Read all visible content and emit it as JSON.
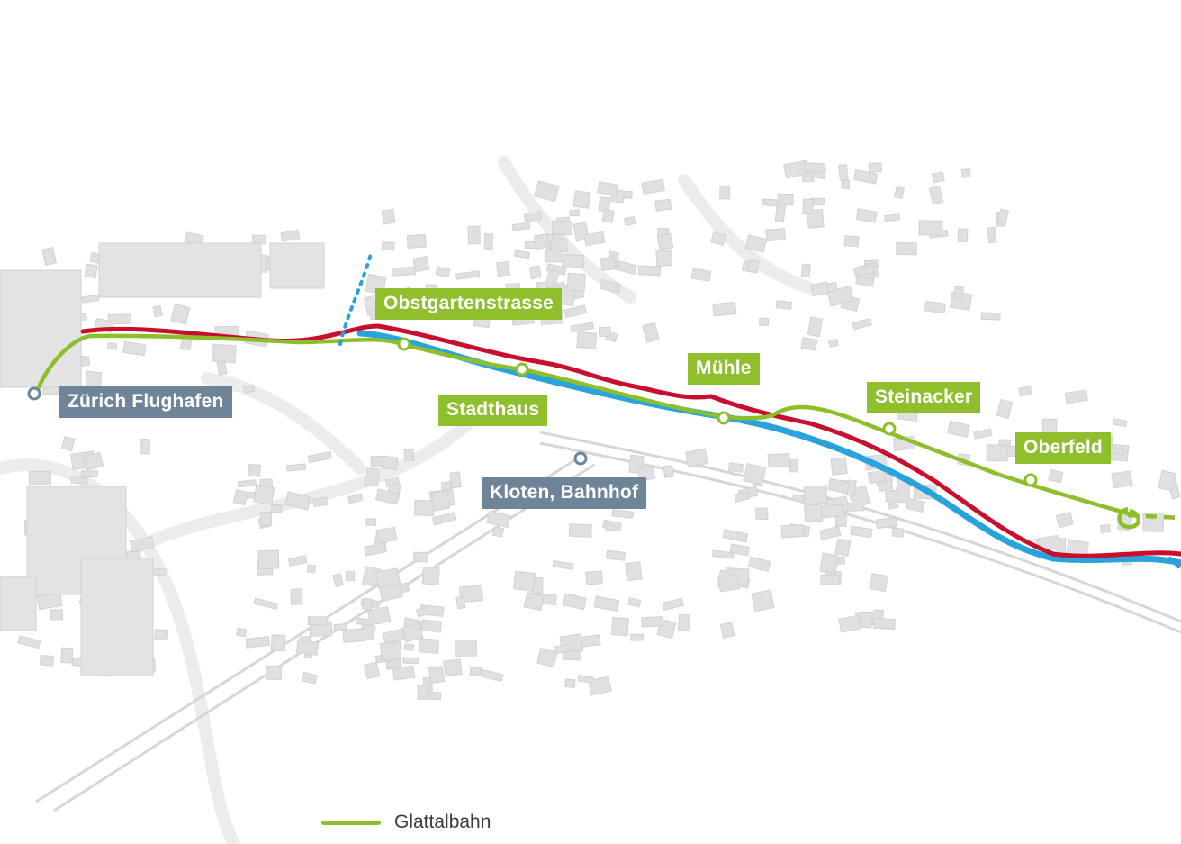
{
  "colors": {
    "glattalbahn": "#8dbe2b",
    "red_route": "#c8102e",
    "blue_route": "#29a3dc",
    "station_label": "#6f8499",
    "building": "#e0e0e0",
    "street": "#f4f4f4"
  },
  "stations": {
    "zurich_flughafen": "Zürich Flughafen",
    "kloten_bahnhof": "Kloten, Bahnhof"
  },
  "stops": {
    "obstgartenstrasse": "Obstgartenstrasse",
    "stadthaus": "Stadthaus",
    "muehle": "Mühle",
    "steinacker": "Steinacker",
    "oberfeld": "Oberfeld"
  },
  "legend": {
    "items": [
      {
        "label": "Glattalbahn",
        "color": "#8dbe2b"
      }
    ]
  }
}
